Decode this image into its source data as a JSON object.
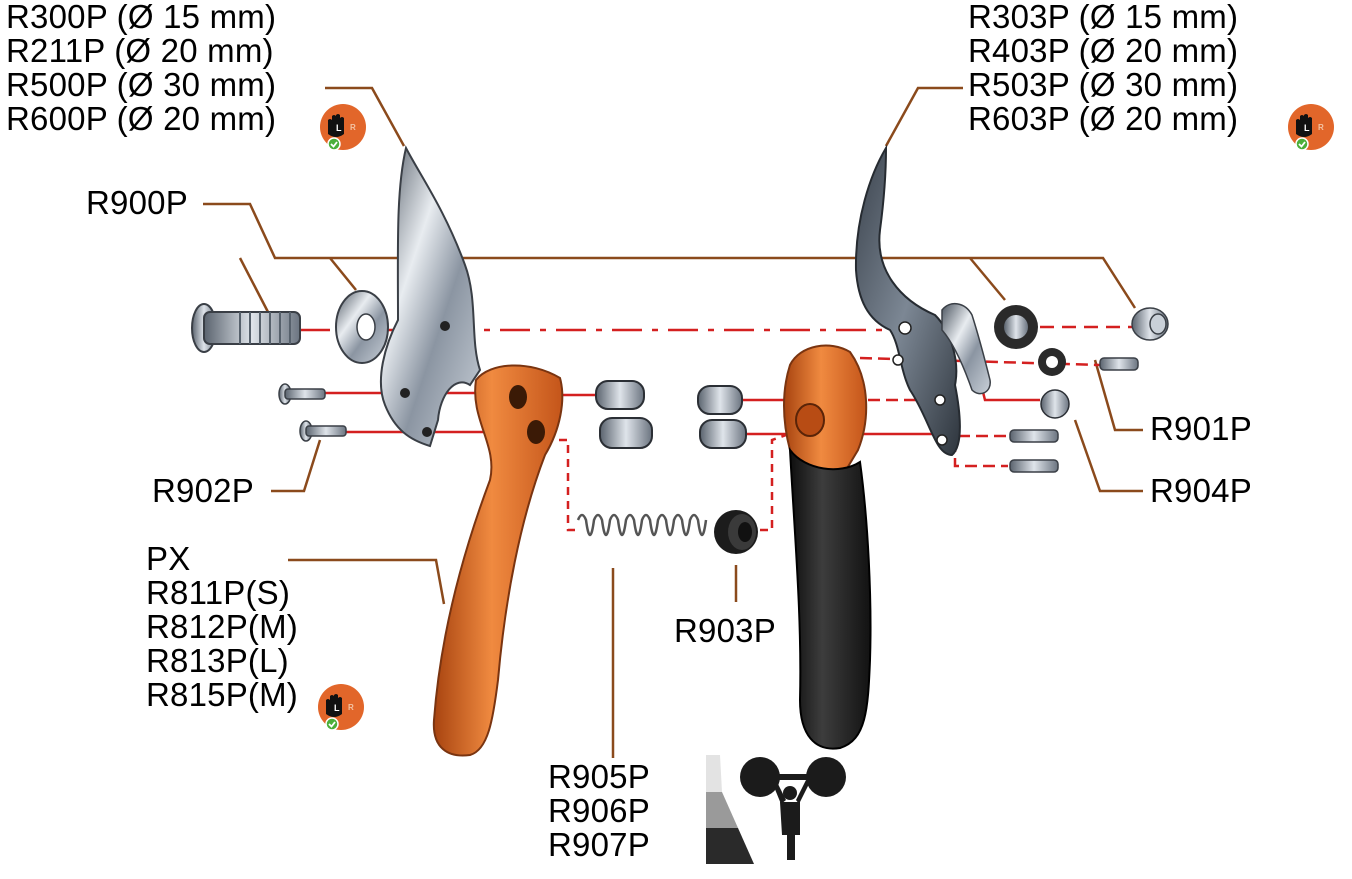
{
  "labels": {
    "blades_left": [
      "R300P (Ø 15 mm)",
      "R211P (Ø 20 mm)",
      "R500P (Ø 30 mm)",
      "R600P (Ø 20 mm)"
    ],
    "blades_right": [
      "R303P (Ø 15 mm)",
      "R403P (Ø 20 mm)",
      "R503P (Ø 30 mm)",
      "R603P (Ø 20 mm)"
    ],
    "bolt_set": "R900P",
    "nut_set": "R901P",
    "screws": "R902P",
    "buffer": "R903P",
    "catch": "R904P",
    "handles": [
      "PX",
      "R811P(S)",
      "R812P(M)",
      "R813P(L)",
      "R815P(M)"
    ],
    "springs": [
      "R905P",
      "R906P",
      "R907P"
    ]
  },
  "badges": {
    "hand_letter_left": "L",
    "hand_letter_right": "R"
  },
  "colors": {
    "leader": "#8B4A1C",
    "red_line": "#D42020",
    "orange_handle": "#E86A1E",
    "badge_orange": "#E2662A",
    "check_green": "#4CAF3A",
    "steel": "#9AA3AE",
    "black_grip": "#1E1E1E"
  }
}
